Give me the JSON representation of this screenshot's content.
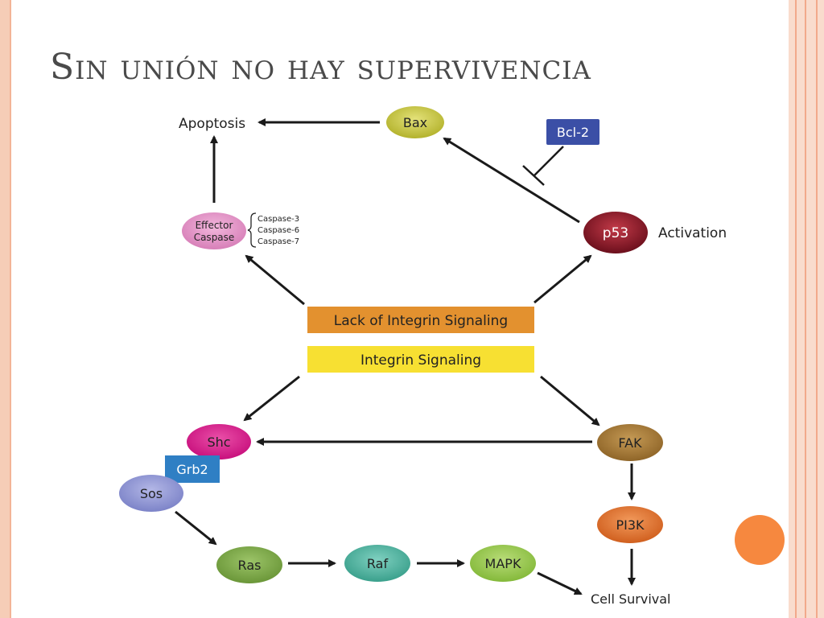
{
  "slide": {
    "title": "Sin unión no hay supervivencia"
  },
  "diagram": {
    "apoptosis": "Apoptosis",
    "bax": "Bax",
    "bcl2": "Bcl-2",
    "effector": [
      "Effector",
      "Caspase"
    ],
    "caspases": [
      "Caspase-3",
      "Caspase-6",
      "Caspase-7"
    ],
    "p53": "p53",
    "activation": "Activation",
    "lack_integrin": "Lack of Integrin Signaling",
    "integrin": "Integrin Signaling",
    "shc": "Shc",
    "grb2": "Grb2",
    "sos": "Sos",
    "fak": "FAK",
    "pi3k": "PI3K",
    "ras": "Ras",
    "raf": "Raf",
    "mapk": "MAPK",
    "cell_survival": "Cell Survival"
  },
  "colors": {
    "bax": "#c3c23a",
    "bcl2": "#3b4fa6",
    "effector": "#e08dc1",
    "p53": "#8b1a2a",
    "lack_integrin": "#e3912f",
    "integrin": "#f7e032",
    "shc": "#d9178a",
    "grb2": "#2f7fc4",
    "sos": "#8e94d2",
    "fak": "#a57a36",
    "pi3k": "#e2702a",
    "ras": "#7aa443",
    "raf": "#4cb3a0",
    "mapk": "#93c447"
  }
}
